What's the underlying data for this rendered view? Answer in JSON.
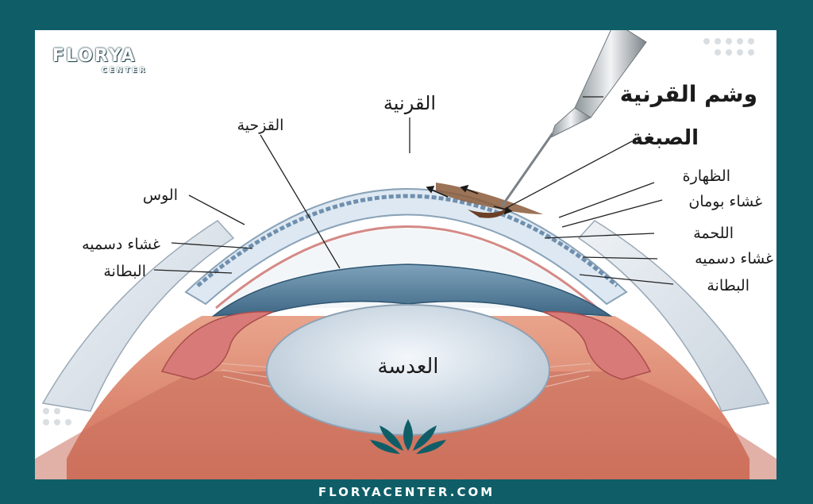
{
  "brand": {
    "logo_name": "FLORYA",
    "logo_sub": "CENTER",
    "footer_url": "FLORYACENTER.COM"
  },
  "labels": {
    "cornea": "القرنية",
    "iris": "القزحية",
    "limbus": "الوس",
    "descemet_left": "غشاء دسميه",
    "endothelium_left": "البطانة",
    "corneal_tattoo": "وشم القرنية",
    "pigment": "الصبغة",
    "epithelium": "الظهارة",
    "bowman": "غشاء بومان",
    "stroma": "اللحمة",
    "descemet_right": "غشاء دسميه",
    "endothelium_right": "البطانة",
    "lens": "العدسة"
  },
  "colors": {
    "frame": "#0f5e67",
    "cornea_fill": "#dce7f1",
    "iris_fill": "#5b7f98",
    "ciliary_fill": "#d87a78",
    "lens_fill": "#dbe5ee",
    "pigment": "#8a5a3a"
  }
}
